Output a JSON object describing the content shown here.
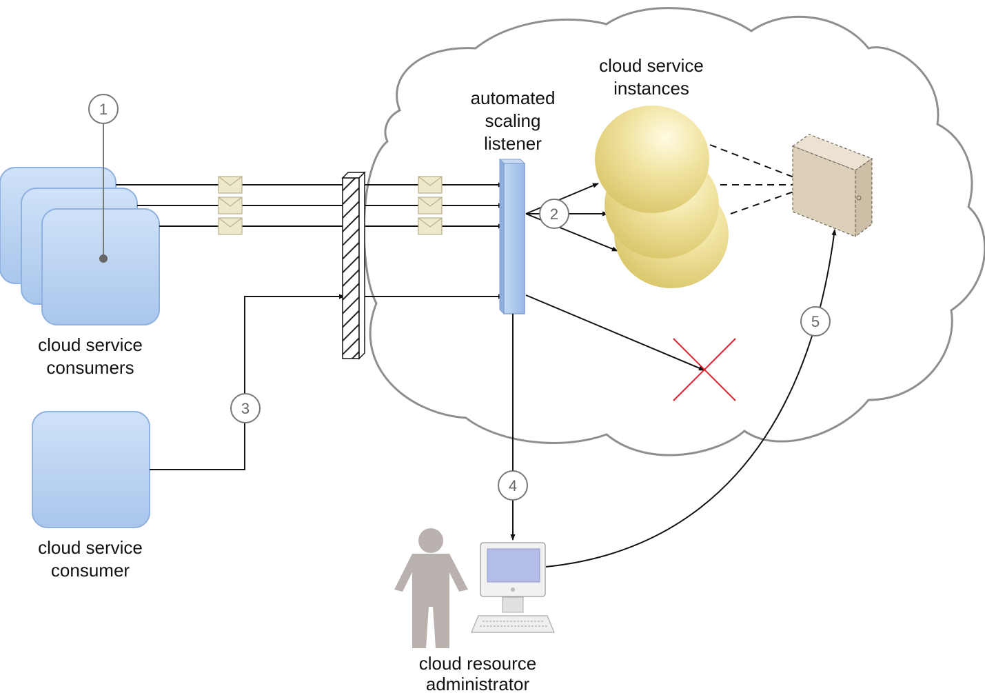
{
  "labels": {
    "consumers_line1": "cloud service",
    "consumers_line2": "consumers",
    "consumer_line1": "cloud service",
    "consumer_line2": "consumer",
    "listener_line1": "automated",
    "listener_line2": "scaling",
    "listener_line3": "listener",
    "instances_line1": "cloud service",
    "instances_line2": "instances",
    "admin_line1": "cloud resource",
    "admin_line2": "administrator"
  },
  "steps": [
    "1",
    "2",
    "3",
    "4",
    "5"
  ],
  "icons": {
    "consumer": "cloud-service-consumer-icon",
    "message": "envelope-icon",
    "firewall": "hatched-barrier-icon",
    "listener": "automated-scaling-listener-icon",
    "instance": "cloud-service-instance-icon",
    "server": "physical-server-icon",
    "rejected": "red-x-icon",
    "admin": "person-icon",
    "workstation": "computer-workstation-icon"
  },
  "colors": {
    "consumer_fill": "#bcd6f3",
    "instance_fill": "#efe29a",
    "listener_fill": "#a9c7ee",
    "server_fill": "#dfd2bc",
    "reject": "#e0202a",
    "cloud_outline": "#8e8e8e",
    "person": "#b8b1ae"
  }
}
